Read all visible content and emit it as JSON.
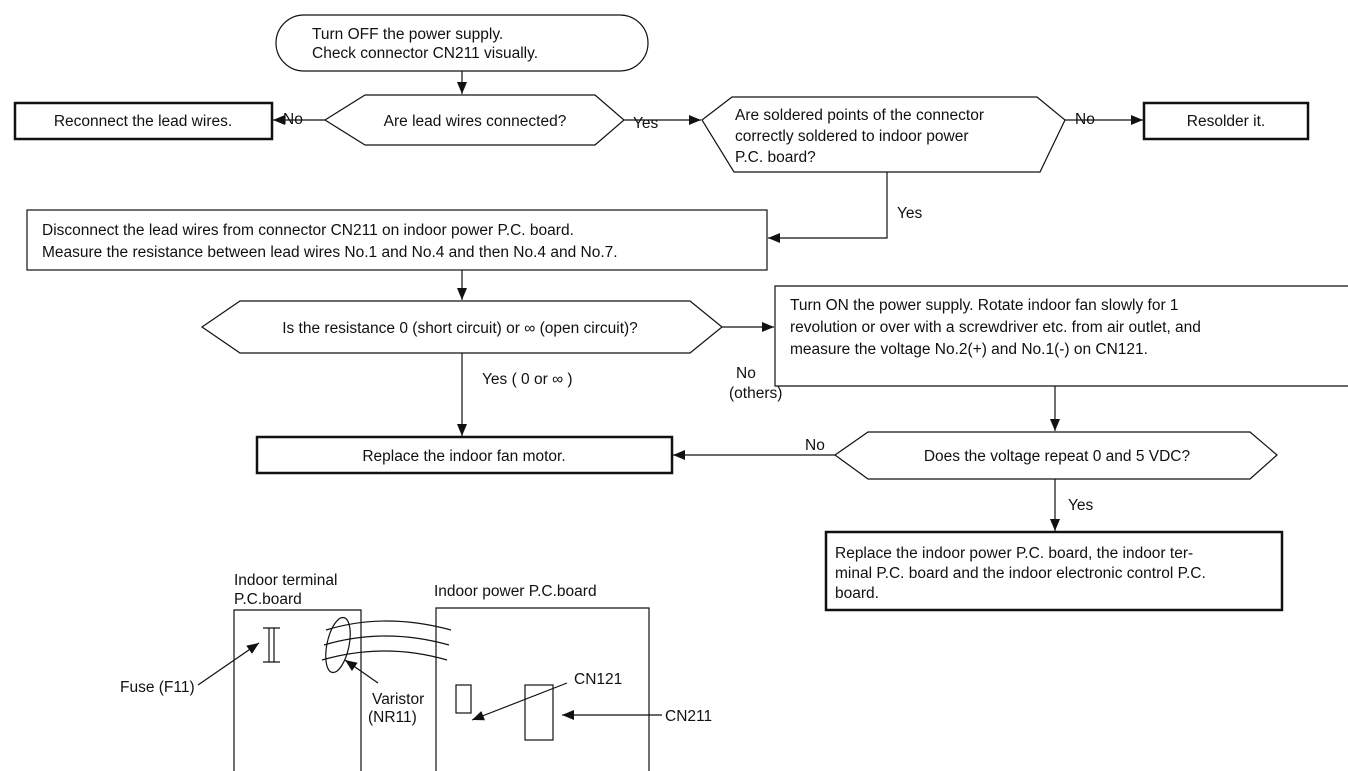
{
  "flowchart": {
    "start": {
      "line1": "Turn OFF the power supply.",
      "line2": "Check connector CN211 visually."
    },
    "decision_connected": "Are lead wires connected?",
    "reconnect": "Reconnect the lead wires.",
    "decision_soldered": {
      "line1": "Are soldered points of the connector",
      "line2": "correctly soldered to indoor power",
      "line3": "P.C. board?"
    },
    "resolder": "Resolder it.",
    "disconnect": {
      "line1": "Disconnect the lead wires from connector CN211 on indoor power P.C. board.",
      "line2": "Measure the resistance between lead wires No.1 and No.4 and then No.4 and No.7."
    },
    "decision_resistance": "Is the resistance 0 (short circuit) or ∞ (open circuit)?",
    "turn_on": {
      "line1": "Turn ON the power supply. Rotate indoor fan slowly for 1",
      "line2": "revolution or over with a screwdriver etc. from air outlet, and",
      "line3": "measure the voltage No.2(+) and No.1(-) on CN121."
    },
    "replace_motor": "Replace the indoor fan motor.",
    "decision_voltage": "Does the voltage repeat 0 and 5 VDC?",
    "replace_boards": {
      "line1": "Replace the indoor power P.C. board, the indoor ter-",
      "line2": "minal P.C. board and the indoor electronic control P.C.",
      "line3": "board."
    },
    "labels": {
      "no1": "No",
      "yes1": "Yes",
      "no2": "No",
      "yes2": "Yes",
      "no3": "No",
      "no3b": "(others)",
      "yes3": "Yes ( 0 or ∞ )",
      "no4": "No",
      "yes4": "Yes"
    }
  },
  "board_diagram": {
    "terminal_board_line1": "Indoor terminal",
    "terminal_board_line2": "P.C.board",
    "power_board": "Indoor power P.C.board",
    "fuse": "Fuse (F11)",
    "varistor_line1": "Varistor",
    "varistor_line2": "(NR11)",
    "cn121": "CN121",
    "cn211": "CN211"
  }
}
